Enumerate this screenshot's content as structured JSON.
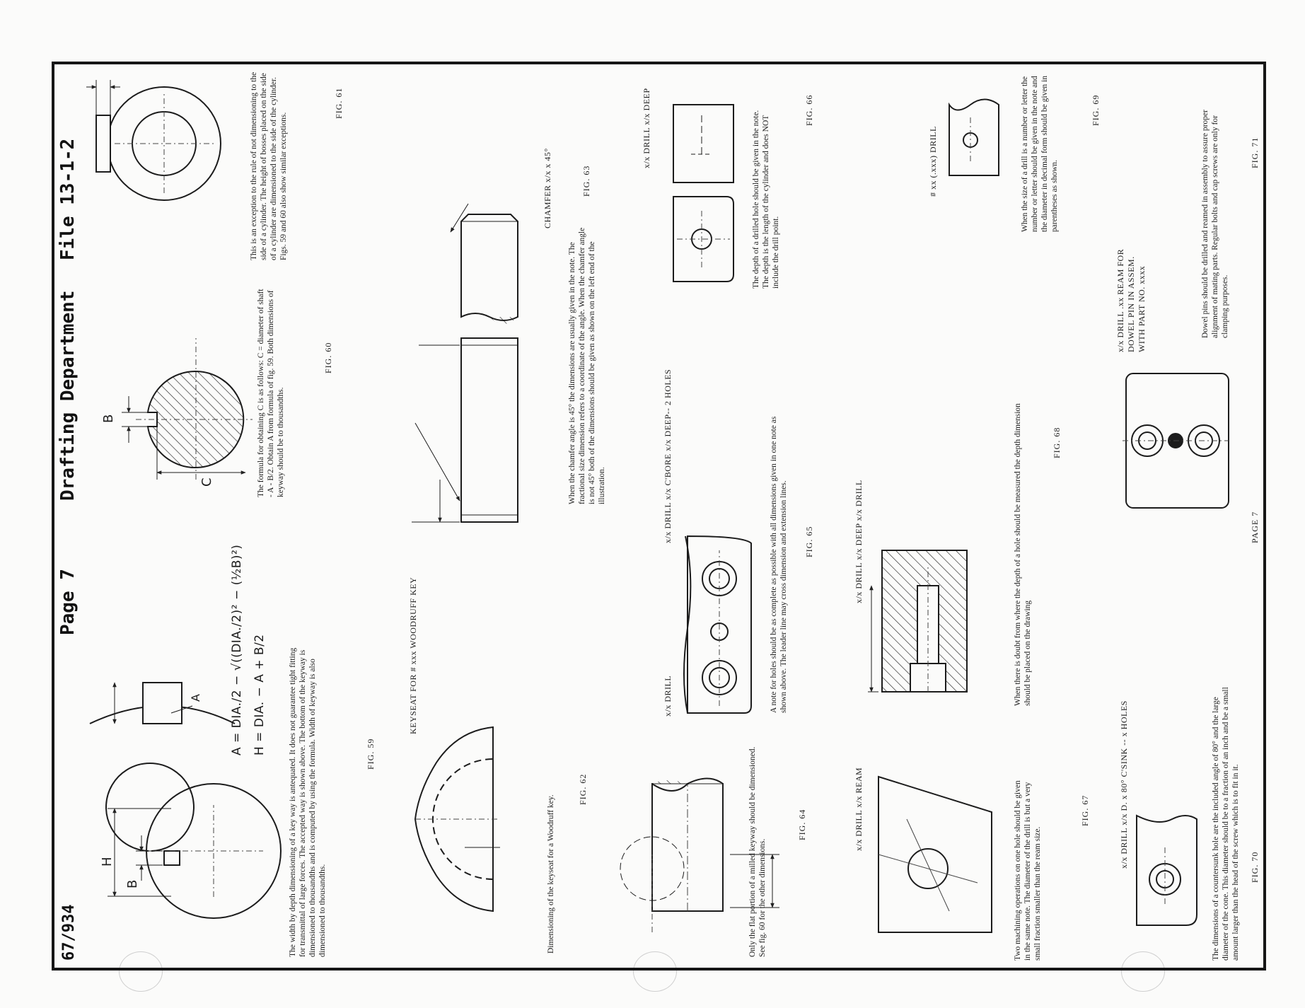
{
  "header": {
    "file_number": "67/934",
    "page_label": "Page 7",
    "department": "Drafting Department",
    "file_label": "File 13-1-2"
  },
  "figures": {
    "fig59": {
      "label": "FIG. 59",
      "text": "The width by depth dimensioning of a key way is antequated. It does not guarantee tight fitting for transmittal of large forces. The accepted way is shown above. The bottom of the keyway is dimensioned to thousandths and is computed by using the formula. Width of keyway is also dimensioned to thousandths.",
      "formula_a": "A = DIA./2 − √((DIA./2)² − (½B)²)",
      "formula_h": "H = DIA. − A + B/2",
      "dim_h": "H",
      "dim_b": "B",
      "dim_a": "A"
    },
    "fig60": {
      "label": "FIG. 60",
      "text": "The formula for obtaining C is as follows: C = diameter of shaft - A - B/2. Obtain A from formula of fig. 59. Both dimensions of keyway should be to thousandths.",
      "dim_b": "B",
      "dim_c": "C"
    },
    "fig61": {
      "label": "FIG. 61",
      "text": "This is an exception to the rule of not dimensioning to the side of a cylinder. The height of bosses placed on the side of a cylinder are dimensioned to the side of the cylinder. Figs. 59 and 60 also show similar exceptions."
    },
    "fig62": {
      "label": "FIG. 62",
      "note": "KEYSEAT FOR # xxx WOODRUFF KEY",
      "text": "Dimensioning of the keyseat for a Woodruff key."
    },
    "fig63": {
      "label": "FIG. 63",
      "note": "CHAMFER x/x x 45°",
      "text": "When the chamfer angle is 45° the dimensions are usually given in the note. The fractional size dimension refers to a coordinate of the angle. When the chamfer angle is not 45° both of the dimensions should be given as shown on the left end of the illustration."
    },
    "fig64": {
      "label": "FIG. 64",
      "text": "Only the flat portion of a milled keyway should be dimensioned. See fig. 60 for the other dimensions."
    },
    "fig65": {
      "label": "FIG. 65",
      "note_drill": "x/x DRILL",
      "note_cbore": "x/x DRILL x/x C'BORE x/x DEEP-- 2 HOLES",
      "text": "A note for holes should be as complete as possible with all dimensions given in one note as shown above. The leader line may cross dimension and extension lines."
    },
    "fig66": {
      "label": "FIG. 66",
      "note": "x/x DRILL x/x DEEP",
      "text": "The depth of a drilled hole should be given in the note. The depth is the length of the cylinder and does NOT include the drill point."
    },
    "fig67": {
      "label": "FIG. 67",
      "note": "x/x DRILL x/x REAM",
      "text": "Two machining operations on one hole should be given in the same note. The diameter of the drill is but a very small fraction smaller than the ream size."
    },
    "fig68": {
      "label": "FIG. 68",
      "note": "x/x DRILL x/x DEEP x/x DRILL",
      "text": "When there is doubt from where the depth of a hole should be measured the depth dimension should be placed on the drawing"
    },
    "fig69": {
      "label": "FIG. 69",
      "note": "# xx (.xxx) DRILL",
      "text": "When the size of a drill is a number or letter the number or letter should be given in the note and the diameter in decimal form should be given in parentheses as shown."
    },
    "fig70": {
      "label": "FIG. 70",
      "note": "x/x DRILL x/x D. x 80° C'SINK -- x HOLES",
      "text": "The dimensions of a countersunk hole are the included angle of 80° and the large diameter of the cone. This diameter should be to a fraction of an inch and be a small amount larger than the head of the screw which is to fit in it."
    },
    "fig71": {
      "label": "FIG. 71",
      "note_line1": "x/x DRILL .xx REAM FOR",
      "note_line2": "DOWEL PIN IN ASSEM.",
      "note_line3": "WITH PART NO. xxxx",
      "text": "Dowel pins should be drilled and reamed in assembly to assure proper alignment of mating parts. Regular bolts and cap screws are only for clamping purposes."
    }
  },
  "footer": {
    "page": "PAGE 7"
  }
}
